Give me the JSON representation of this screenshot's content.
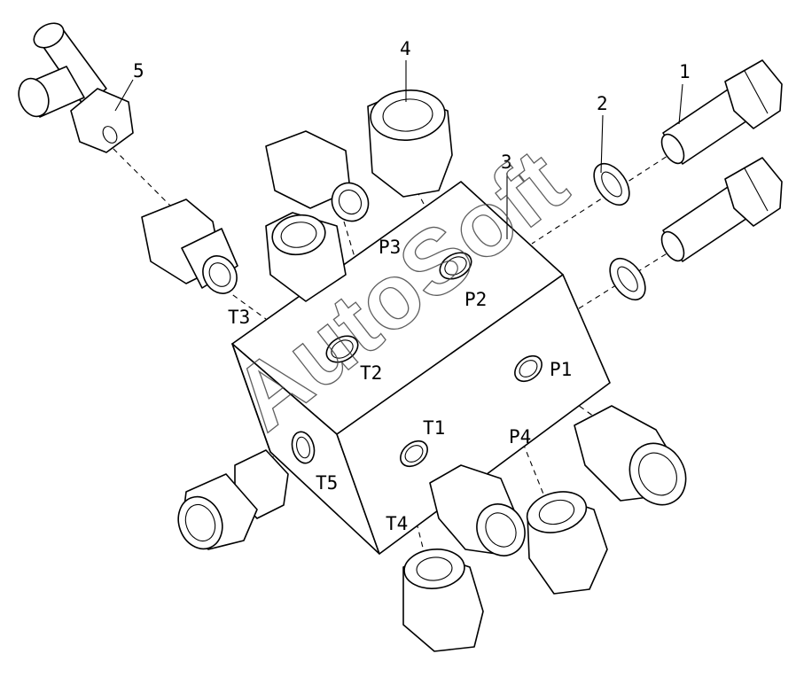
{
  "watermark": "AutoSoft",
  "callouts": [
    "1",
    "2",
    "3",
    "4",
    "5"
  ],
  "port_labels": [
    "P1",
    "P2",
    "P3",
    "P4",
    "T1",
    "T2",
    "T3",
    "T4",
    "T5"
  ]
}
